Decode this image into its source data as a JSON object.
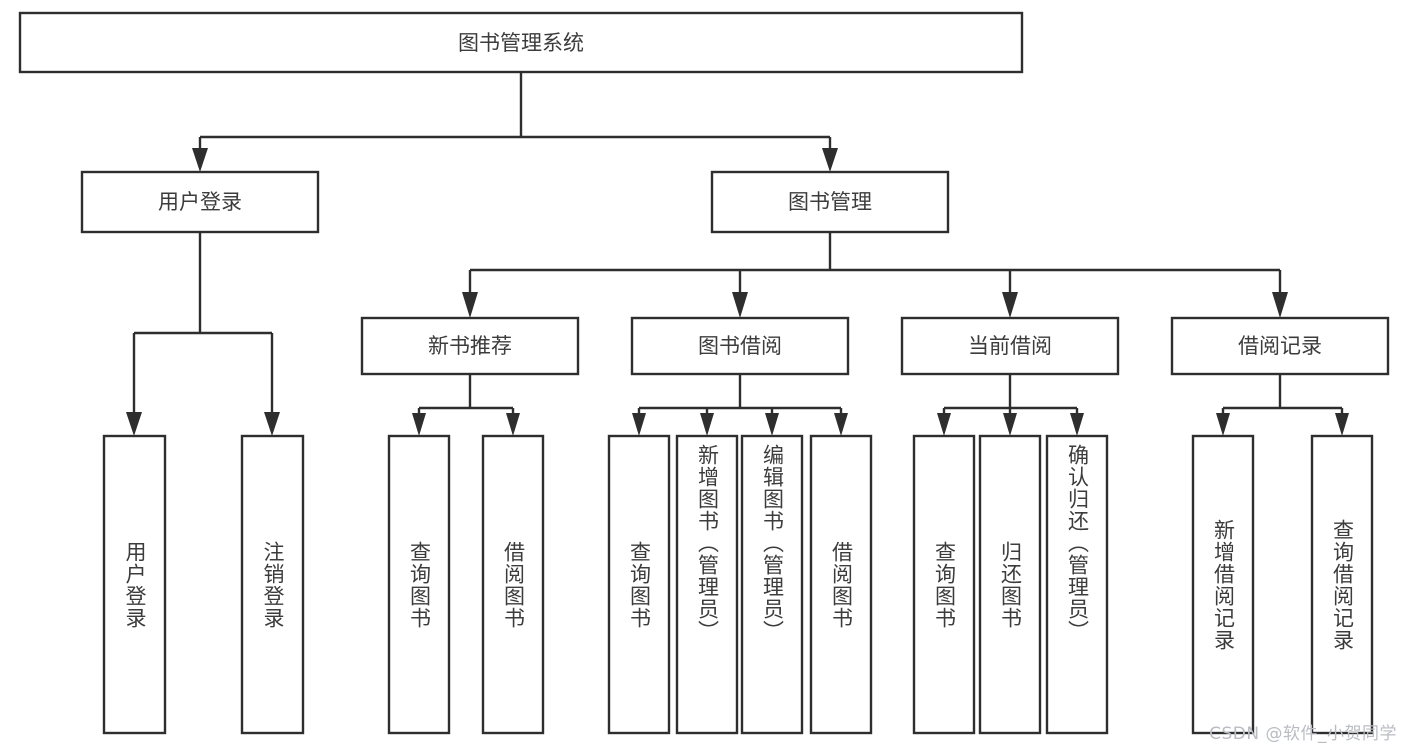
{
  "diagram": {
    "type": "tree-hierarchy-chart",
    "title": "图书管理系统",
    "orientation": "top-down",
    "colors": {
      "box_stroke": "#2e2e2e",
      "box_fill": "#ffffff",
      "text": "#3c3c3c",
      "background": "#ffffff",
      "watermark": "#b9bcc2"
    },
    "levels": [
      {
        "level": 0,
        "nodes": [
          {
            "id": "root",
            "label": "图书管理系统",
            "text_direction": "horizontal"
          }
        ]
      },
      {
        "level": 1,
        "nodes": [
          {
            "id": "login",
            "label": "用户登录",
            "text_direction": "horizontal",
            "parent": "root"
          },
          {
            "id": "bookmgmt",
            "label": "图书管理",
            "text_direction": "horizontal",
            "parent": "root"
          }
        ]
      },
      {
        "level": 2,
        "nodes": [
          {
            "id": "newbook",
            "label": "新书推荐",
            "text_direction": "horizontal",
            "parent": "bookmgmt"
          },
          {
            "id": "borrow",
            "label": "图书借阅",
            "text_direction": "horizontal",
            "parent": "bookmgmt"
          },
          {
            "id": "current",
            "label": "当前借阅",
            "text_direction": "horizontal",
            "parent": "bookmgmt"
          },
          {
            "id": "record",
            "label": "借阅记录",
            "text_direction": "horizontal",
            "parent": "bookmgmt"
          }
        ]
      },
      {
        "level": 3,
        "nodes": [
          {
            "id": "leaf1",
            "label": "用户登录",
            "text_direction": "vertical",
            "parent": "login"
          },
          {
            "id": "leaf2",
            "label": "注销登录",
            "text_direction": "vertical",
            "parent": "login"
          },
          {
            "id": "leaf3",
            "label": "查询图书",
            "text_direction": "vertical",
            "parent": "newbook"
          },
          {
            "id": "leaf4",
            "label": "借阅图书",
            "text_direction": "vertical",
            "parent": "newbook"
          },
          {
            "id": "leaf5",
            "label": "查询图书",
            "text_direction": "vertical",
            "parent": "borrow"
          },
          {
            "id": "leaf6",
            "label": "新增图书（管理员）",
            "text_direction": "vertical",
            "parent": "borrow"
          },
          {
            "id": "leaf7",
            "label": "编辑图书（管理员）",
            "text_direction": "vertical",
            "parent": "borrow"
          },
          {
            "id": "leaf8",
            "label": "借阅图书",
            "text_direction": "vertical",
            "parent": "borrow"
          },
          {
            "id": "leaf9",
            "label": "查询图书",
            "text_direction": "vertical",
            "parent": "current"
          },
          {
            "id": "leaf10",
            "label": "归还图书",
            "text_direction": "vertical",
            "parent": "current"
          },
          {
            "id": "leaf11",
            "label": "确认归还（管理员）",
            "text_direction": "vertical",
            "parent": "current"
          },
          {
            "id": "leaf12",
            "label": "新增借阅记录",
            "text_direction": "vertical",
            "parent": "record"
          },
          {
            "id": "leaf13",
            "label": "查询借阅记录",
            "text_direction": "vertical",
            "parent": "record"
          }
        ]
      }
    ]
  },
  "watermark": {
    "text": "CSDN @软件_小贺同学"
  }
}
